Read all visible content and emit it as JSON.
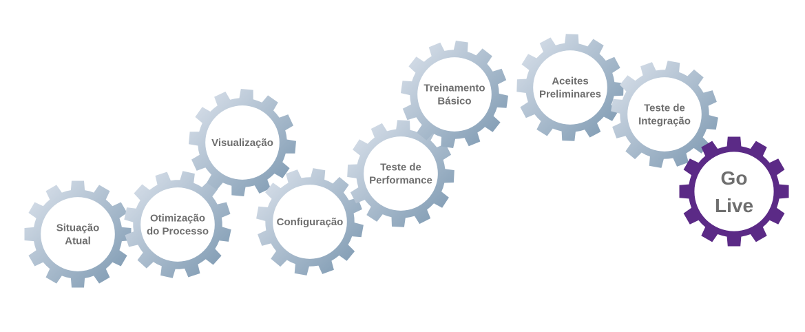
{
  "colors": {
    "gear_light": "#d3dbe6",
    "gear_dark": "#7c99b2",
    "label": "#6e6e6e",
    "final": "#5b2a86"
  },
  "steps": [
    {
      "lines": [
        "Situação",
        "Atual"
      ]
    },
    {
      "lines": [
        "Otimização",
        "do Processo"
      ]
    },
    {
      "lines": [
        "Visualização"
      ]
    },
    {
      "lines": [
        "Configuração"
      ]
    },
    {
      "lines": [
        "Teste de",
        "Performance"
      ]
    },
    {
      "lines": [
        "Treinamento",
        "Básico"
      ]
    },
    {
      "lines": [
        "Aceites",
        "Preliminares"
      ]
    },
    {
      "lines": [
        "Teste de",
        "Integração"
      ]
    },
    {
      "lines": [
        "Go",
        "Live"
      ],
      "final": true
    }
  ]
}
